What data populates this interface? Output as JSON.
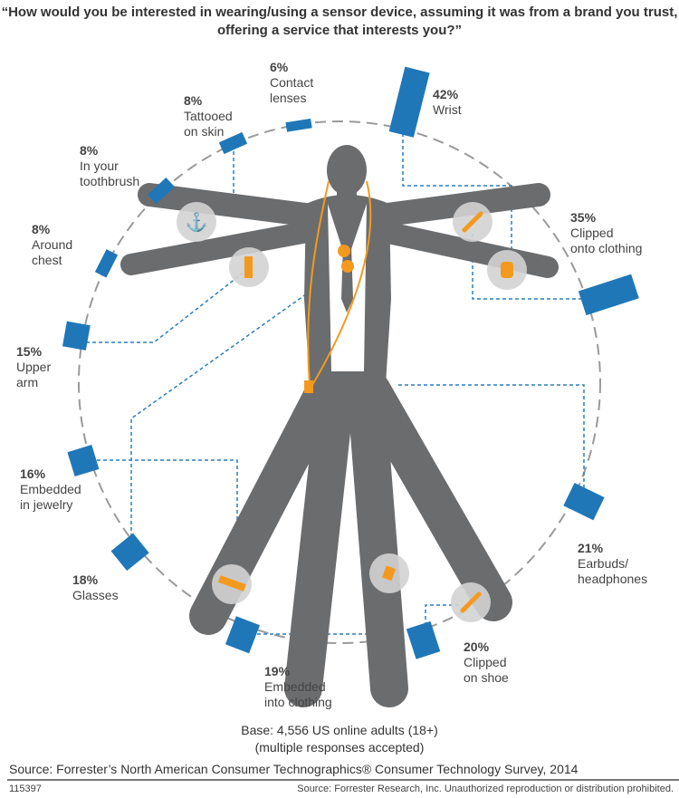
{
  "title": "“How would you be interested in wearing/using a sensor device, assuming it was from a brand you trust, offering a service that interests you?”",
  "colors": {
    "bar": "#1f77b8",
    "figure": "#6b6c6e",
    "accent": "#f39a1e",
    "circle": "#d3d3d3",
    "connector": "#2a7fbf"
  },
  "chart_data": {
    "type": "bar",
    "title": "Interest in wearing/using a sensor device by location",
    "categories": [
      "Contact lenses",
      "Tattooed on skin",
      "Wrist",
      "In your toothbrush",
      "Around chest",
      "Clipped onto clothing",
      "Upper arm",
      "Embedded in jewelry",
      "Earbuds/ headphones",
      "Glasses",
      "Embedded into clothing",
      "Clipped on shoe"
    ],
    "values": [
      6,
      8,
      42,
      8,
      8,
      35,
      15,
      16,
      21,
      18,
      19,
      20
    ],
    "unit": "%"
  },
  "items": [
    {
      "pct": "6%",
      "line1": "Contact",
      "line2": "lenses"
    },
    {
      "pct": "8%",
      "line1": "Tattooed",
      "line2": "on skin"
    },
    {
      "pct": "42%",
      "line1": "Wrist",
      "line2": ""
    },
    {
      "pct": "8%",
      "line1": "In your",
      "line2": "toothbrush"
    },
    {
      "pct": "8%",
      "line1": "Around",
      "line2": "chest"
    },
    {
      "pct": "35%",
      "line1": "Clipped",
      "line2": "onto clothing"
    },
    {
      "pct": "15%",
      "line1": "Upper",
      "line2": "arm"
    },
    {
      "pct": "16%",
      "line1": "Embedded",
      "line2": "in jewelry"
    },
    {
      "pct": "21%",
      "line1": "Earbuds/",
      "line2": "headphones"
    },
    {
      "pct": "18%",
      "line1": "Glasses",
      "line2": ""
    },
    {
      "pct": "19%",
      "line1": "Embedded",
      "line2": "into clothing"
    },
    {
      "pct": "20%",
      "line1": "Clipped",
      "line2": "on shoe"
    }
  ],
  "base_line1": "Base: 4,556 US online adults (18+)",
  "base_line2": "(multiple responses accepted)",
  "source": "Source: Forrester’s North American Consumer Technographics® Consumer Technology Survey, 2014",
  "code": "115397",
  "copyright": "Source: Forrester Research, Inc. Unauthorized reproduction or distribution prohibited."
}
